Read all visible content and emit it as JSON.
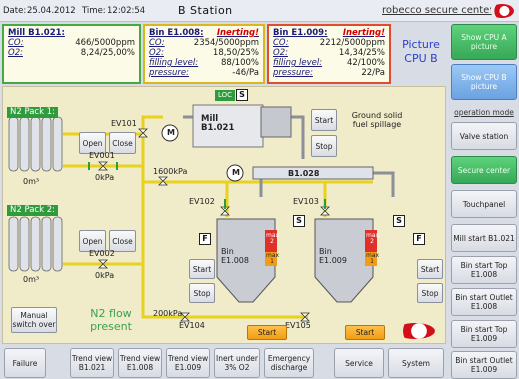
{
  "header": {
    "date_label": "Date:",
    "date": "25.04.2012",
    "time_label": "Time:",
    "time": "12:02:54",
    "title": "B Station",
    "brand": "robecco secure center"
  },
  "panels": {
    "mill": {
      "title": "Mill B1.021:",
      "rows": [
        {
          "k": "CO:",
          "v": "466/5000ppm"
        },
        {
          "k": "O2:",
          "v": "8,24/25,00%"
        }
      ]
    },
    "e1008": {
      "title": "Bin E1.008:",
      "warn": "Inerting!",
      "rows": [
        {
          "k": "CO:",
          "v": "2354/5000ppm"
        },
        {
          "k": "O2:",
          "v": "18,50/25%"
        },
        {
          "k": "filling level:",
          "v": "88/100%"
        },
        {
          "k": "pressure:",
          "v": "-46/Pa"
        }
      ]
    },
    "e1009": {
      "title": "Bin E1.009:",
      "warn": "Inerting!",
      "rows": [
        {
          "k": "CO:",
          "v": "2212/5000ppm"
        },
        {
          "k": "O2:",
          "v": "14,34/25%"
        },
        {
          "k": "filling level:",
          "v": "42/100%"
        },
        {
          "k": "pressure:",
          "v": "22/Pa"
        }
      ]
    },
    "picture_label": "Picture CPU B"
  },
  "right_panel": {
    "show_cpu_a": "Show CPU A picture",
    "show_cpu_b": "Show CPU B picture",
    "operation_mode": "operation mode",
    "valve_station": "Valve station",
    "secure_center": "Secure center",
    "touchpanel": "Touchpanel",
    "mill_start": "Mill start B1.021",
    "bin_start_top_1008": "Bin start Top E1.008",
    "bin_start_outlet_1008": "Bin start Outlet E1.008",
    "bin_start_top_1009": "Bin start Top E1.009",
    "bin_start_outlet_1009": "Bin start Outlet E1.009"
  },
  "canvas": {
    "n2_pack_1": "N2 Pack 1:",
    "n2_pack_2": "N2 Pack 2:",
    "pack1_volume": "0m³",
    "pack2_volume": "0m³",
    "open": "Open",
    "close": "Close",
    "ev101": "EV101",
    "ev001": "EV001",
    "ev002": "EV002",
    "ev102": "EV102",
    "ev103": "EV103",
    "ev104": "EV104",
    "ev105": "EV105",
    "kpa0a": "0kPa",
    "kpa0b": "0kPa",
    "kpa1600": "1600kPa",
    "kpa200": "200kPa",
    "loc": "LOC",
    "s": "S",
    "f": "F",
    "m": "M",
    "mill_label": "Mill B1.021",
    "ground_solid": "Ground solid fuel spillage",
    "pipe_label": "B1.028",
    "start": "Start",
    "stop": "Stop",
    "bin_1008": "Bin E1.008",
    "bin_1009": "Bin E1.009",
    "max2": "max 2",
    "max1": "max 1",
    "manual_switch": "Manual switch over",
    "n2_flow": "N2 flow present"
  },
  "bottom_bar": [
    {
      "id": "failure",
      "label": "Failure"
    },
    {
      "id": "trend-b1021",
      "label": "Trend view B1.021"
    },
    {
      "id": "trend-e1008",
      "label": "Trend view E1.008"
    },
    {
      "id": "trend-e1009",
      "label": "Trend view E1.009"
    },
    {
      "id": "inert-under",
      "label": "Inert under 3% O2"
    },
    {
      "id": "emergency",
      "label": "Emergency discharge"
    },
    {
      "id": "service",
      "label": "Service"
    },
    {
      "id": "system",
      "label": "System"
    }
  ],
  "colors": {
    "mill_border": "#44aa44",
    "e1008_border": "#d9b71f",
    "e1009_border": "#e04c2c",
    "n2_green": "#2e9c3c",
    "pipe_yellow": "#e8d21e",
    "alarm_red": "#e0302a",
    "start_orange": "#f29d15"
  }
}
